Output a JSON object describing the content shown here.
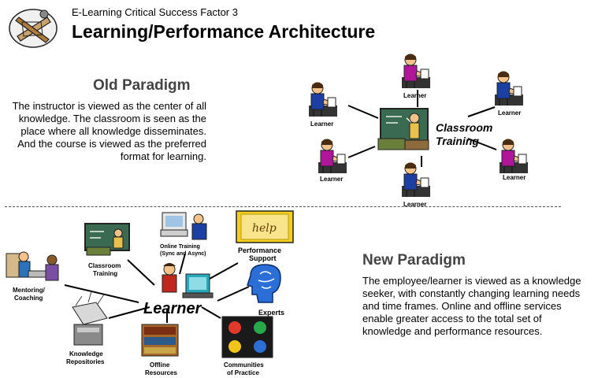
{
  "header": {
    "subtitle": "E-Learning Critical Success Factor 3",
    "title": "Learning/Performance Architecture"
  },
  "old_paradigm": {
    "title": "Old Paradigm",
    "body": "The instructor is viewed as the center of all knowledge.  The classroom is seen as the place where all knowledge disseminates.  And the course is viewed as the preferred format for learning.",
    "center_label_1": "Classroom",
    "center_label_2": "Training",
    "learner_label": "Learner"
  },
  "new_paradigm": {
    "title": "New Paradigm",
    "body": "The employee/learner is viewed as a knowledge seeker, with constantly changing learning needs and time frames.  Online and offline services enable greater access to the total set of knowledge and performance resources.",
    "center_label": "Learner",
    "nodes": {
      "classroom_1": "Classroom",
      "classroom_2": "Training",
      "online_1": "Online Training",
      "online_2": "(Sync and Async)",
      "performance_1": "Performance",
      "performance_2": "Support",
      "help_text": "help",
      "mentoring_1": "Mentoring/",
      "mentoring_2": "Coaching",
      "experts": "Experts",
      "knowledge_1": "Knowledge",
      "knowledge_2": "Repositories",
      "offline_1": "Offline",
      "offline_2": "Resources",
      "communities_1": "Communities",
      "communities_2": "of Practice"
    }
  },
  "colors": {
    "learner_shirt_purple": "#b0169a",
    "learner_shirt_blue": "#1b3fa3",
    "blackboard": "#3a6b52",
    "help_yellow": "#f4d01c",
    "expert_blue": "#2b6fd6"
  }
}
